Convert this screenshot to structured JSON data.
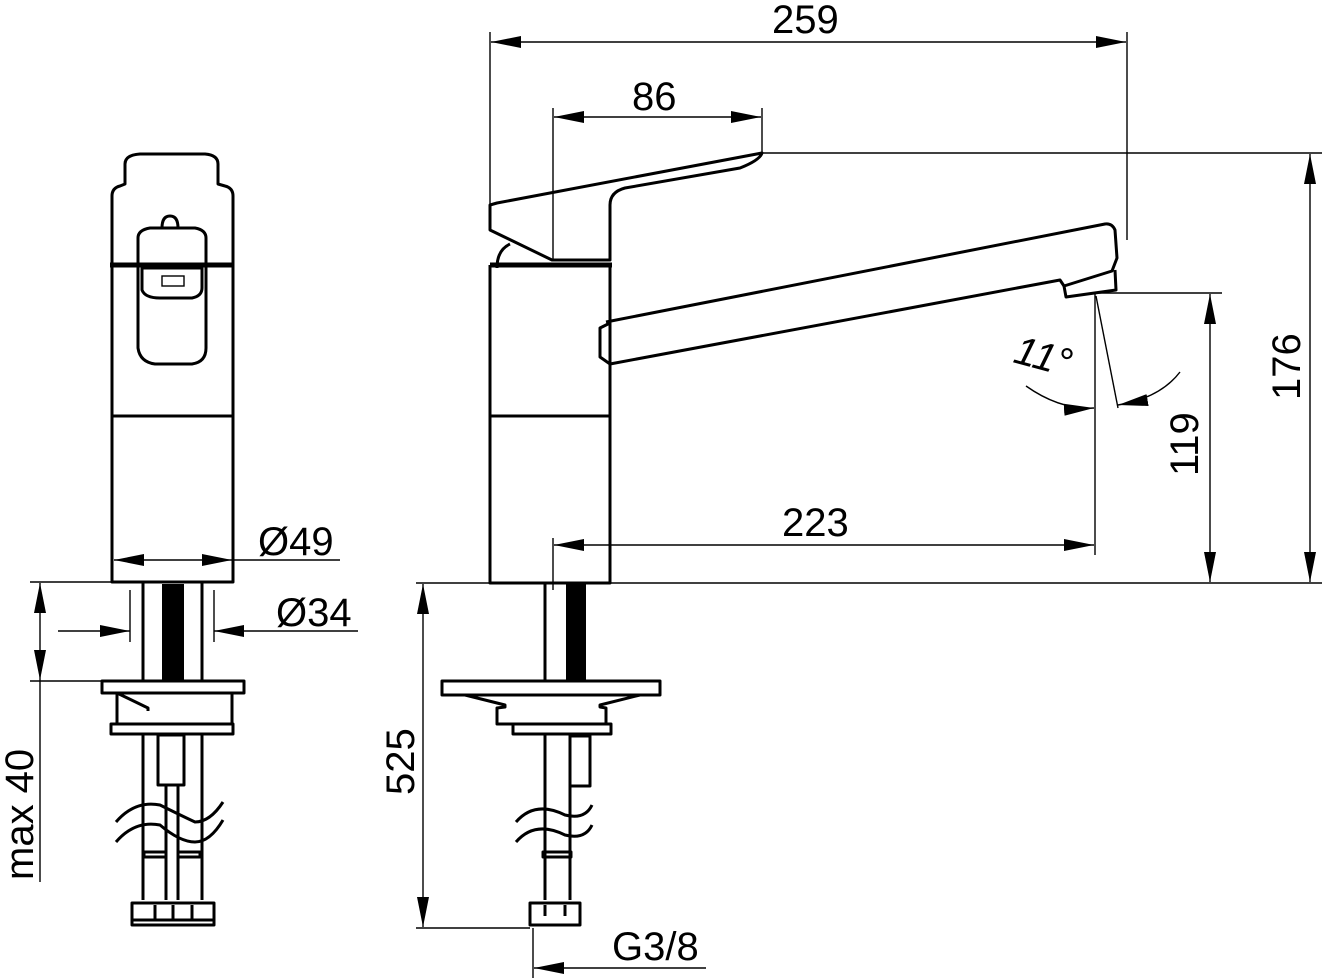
{
  "drawing": {
    "title": "Kitchen faucet dimensional drawing",
    "views": [
      "front-view",
      "side-view"
    ],
    "dimensions": {
      "overall_reach": "259",
      "lever_length": "86",
      "overall_height": "176",
      "spout_height": "119",
      "spout_reach": "223",
      "spout_angle": "11°",
      "body_diameter": "Ø49",
      "shank_diameter": "Ø34",
      "max_deck_thickness": "max 40",
      "hose_length": "525",
      "connection_thread": "G3/8"
    },
    "colors": {
      "line": "#000000",
      "background": "#ffffff"
    }
  }
}
